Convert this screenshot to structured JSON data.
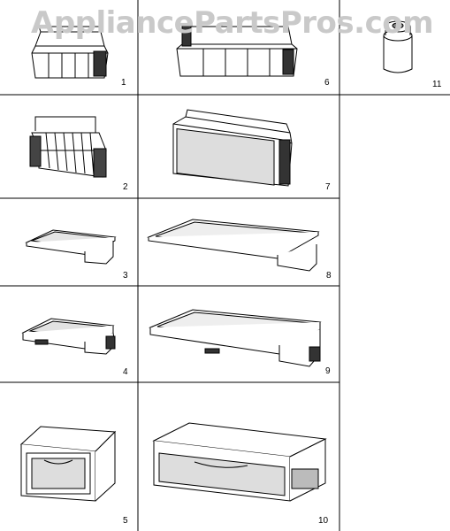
{
  "watermark": "AppliancePartsPros.com",
  "parts": [
    {
      "label": "1",
      "icon": "door-bin-icon"
    },
    {
      "label": "6",
      "icon": "wide-door-bin-icon"
    },
    {
      "label": "11",
      "icon": "water-filter-cartridge-icon"
    },
    {
      "label": "2",
      "icon": "wire-can-rack-icon"
    },
    {
      "label": "7",
      "icon": "dairy-compartment-icon"
    },
    {
      "label": "3",
      "icon": "small-glass-shelf-icon"
    },
    {
      "label": "8",
      "icon": "large-glass-shelf-icon"
    },
    {
      "label": "4",
      "icon": "small-slide-shelf-icon"
    },
    {
      "label": "9",
      "icon": "large-slide-shelf-icon"
    },
    {
      "label": "5",
      "icon": "small-crisper-drawer-icon"
    },
    {
      "label": "10",
      "icon": "large-crisper-drawer-icon"
    }
  ]
}
